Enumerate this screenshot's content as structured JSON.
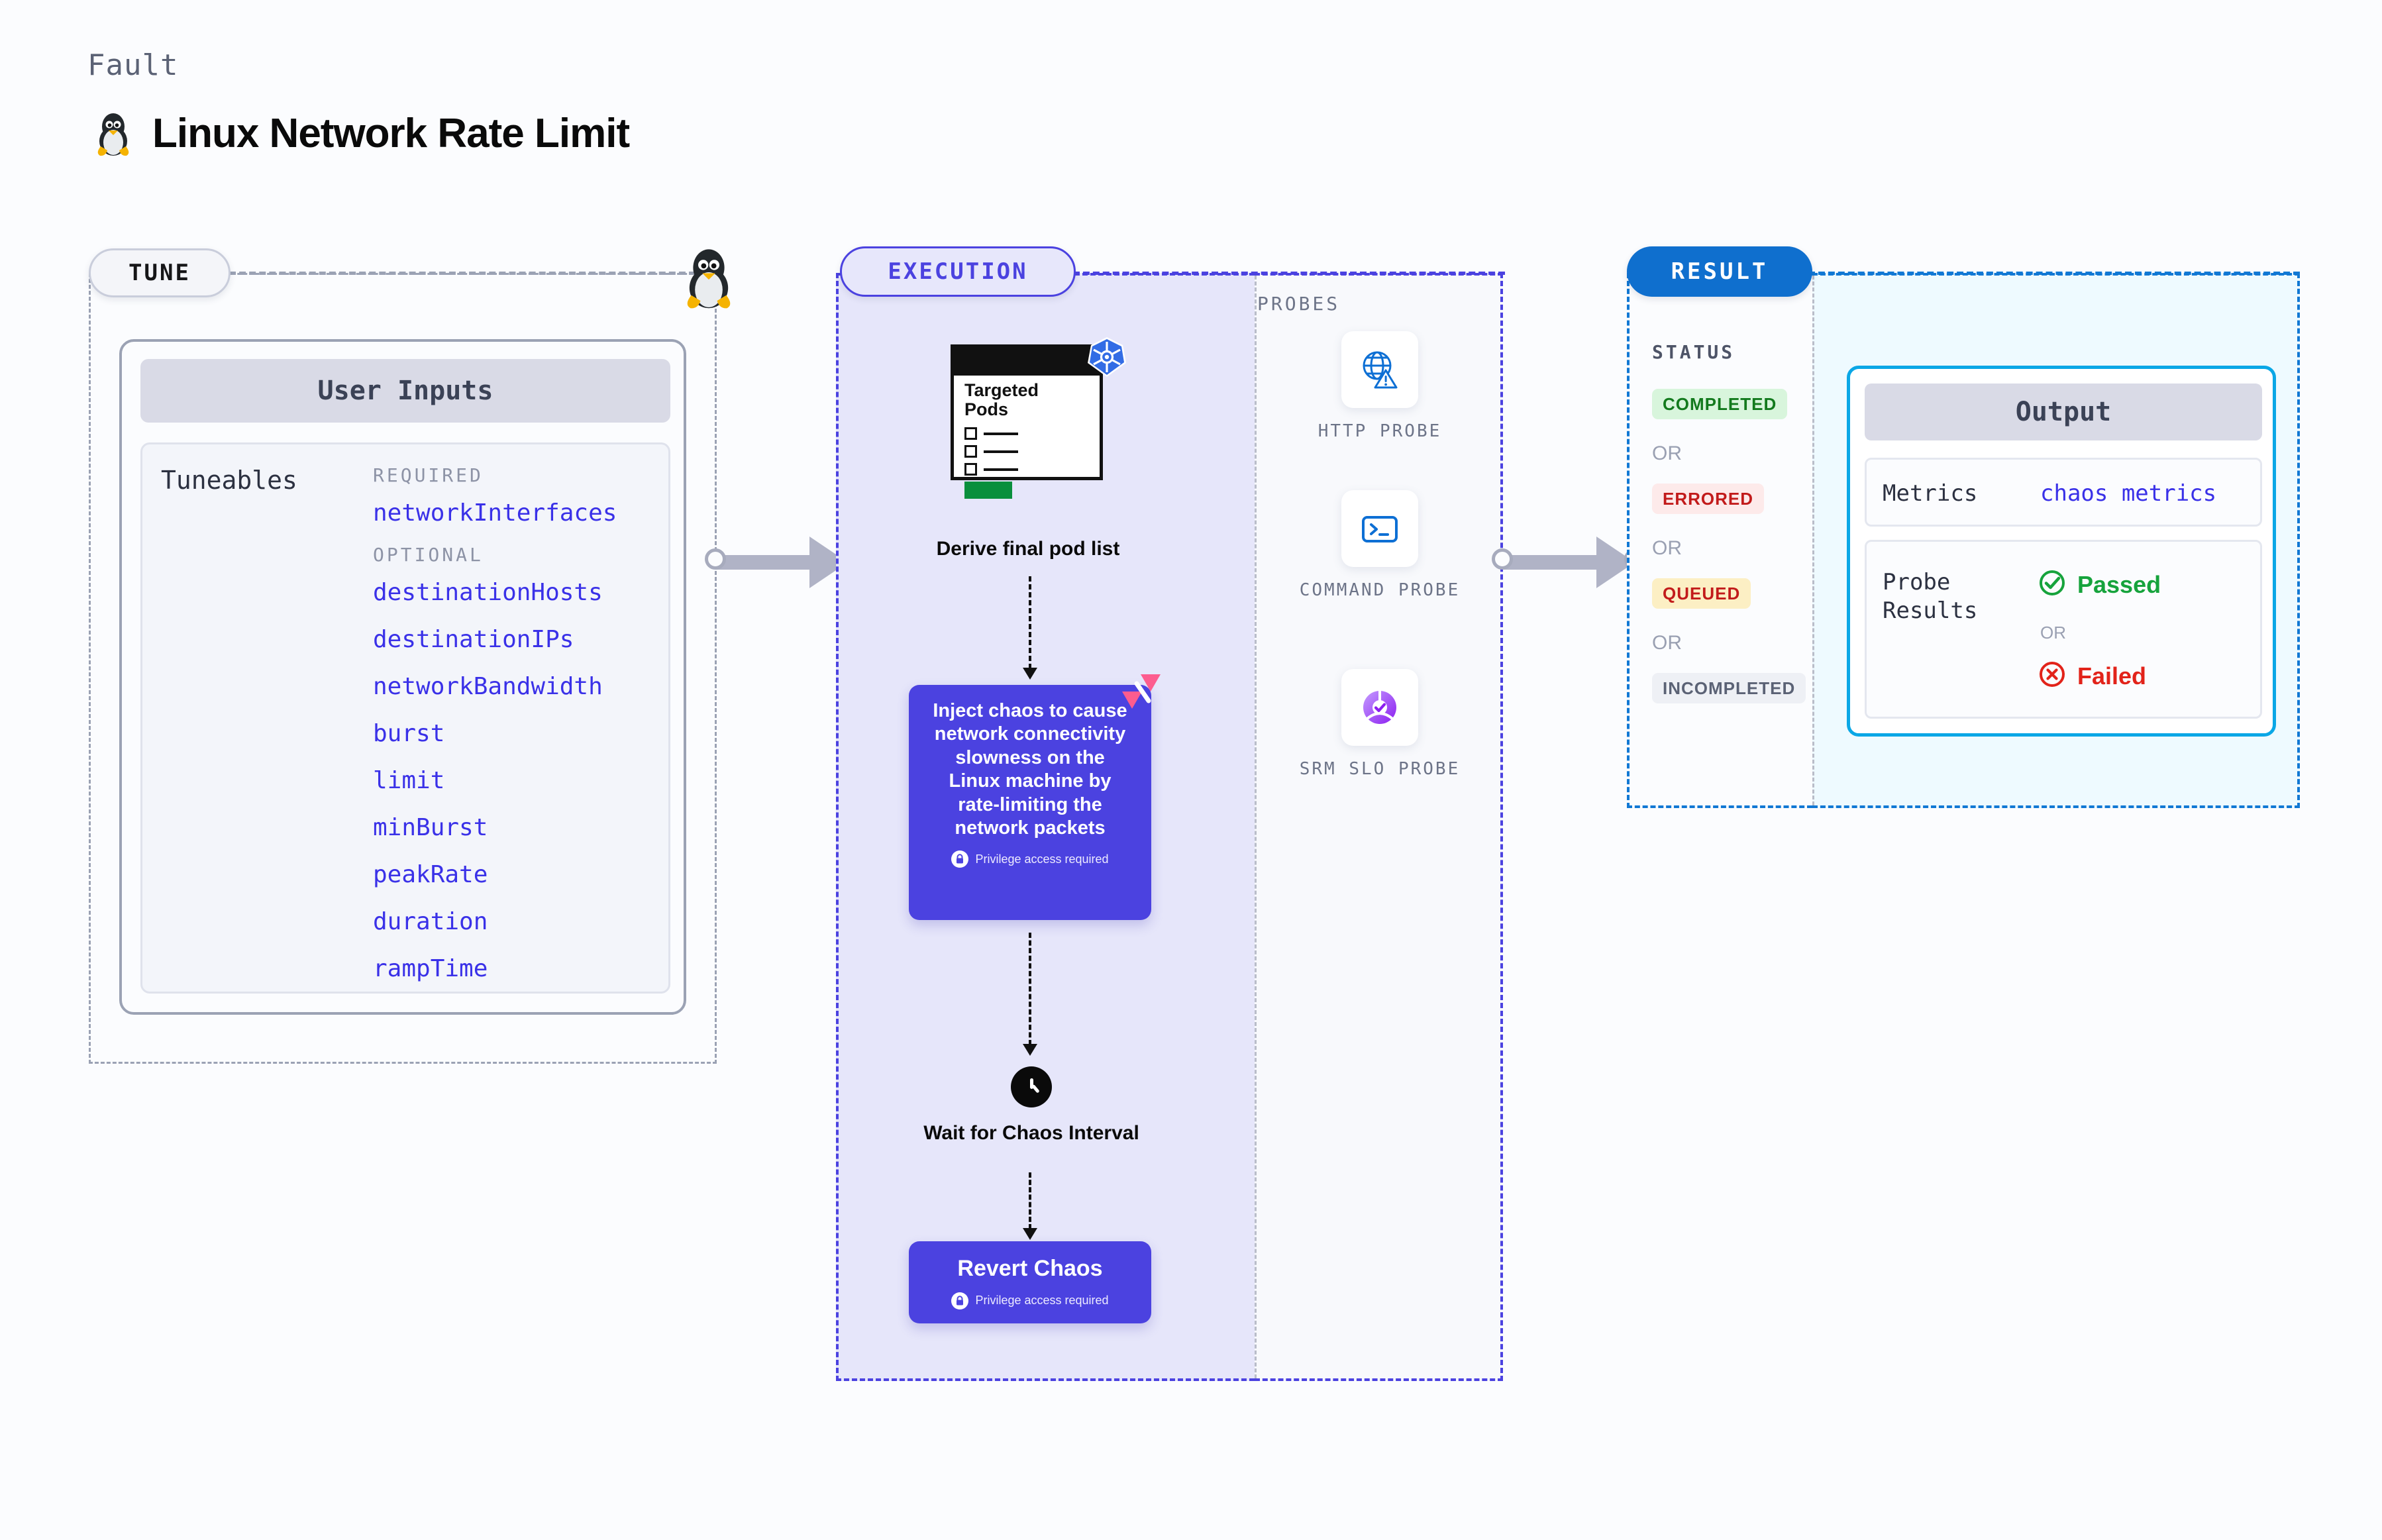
{
  "header": {
    "fault_label": "Fault",
    "title": "Linux Network Rate Limit",
    "os_icon": "linux-penguin-icon"
  },
  "tune": {
    "chip_label": "TUNE",
    "os_marker_icon": "linux-penguin-icon",
    "user_inputs": {
      "header": "User Inputs",
      "tuneables_label": "Tuneables",
      "groups": [
        {
          "label": "REQUIRED",
          "items": [
            "networkInterfaces"
          ]
        },
        {
          "label": "OPTIONAL",
          "items": [
            "destinationHosts",
            "destinationIPs",
            "networkBandwidth",
            "burst",
            "limit",
            "minBurst",
            "peakRate",
            "duration",
            "rampTime"
          ]
        }
      ]
    }
  },
  "execution": {
    "chip_label": "EXECUTION",
    "pods_doc": {
      "title": "Targeted Pods",
      "icon": "kubernetes-icon",
      "rows": 3
    },
    "derive_label": "Derive final pod list",
    "chaos_card": {
      "text": "Inject chaos to cause network connectivity slowness on the Linux machine by rate-limiting the network packets",
      "privilege_note": "Privilege access required",
      "corner_icon": "litmus-chaos-icon",
      "lock_icon": "lock-icon"
    },
    "wait": {
      "icon": "clock-icon",
      "label": "Wait for Chaos Interval"
    },
    "revert_card": {
      "title": "Revert Chaos",
      "privilege_note": "Privilege access required",
      "lock_icon": "lock-icon"
    }
  },
  "probes": {
    "title": "PROBES",
    "items": [
      {
        "label": "HTTP PROBE",
        "icon": "globe-warning-icon"
      },
      {
        "label": "COMMAND PROBE",
        "icon": "terminal-icon"
      },
      {
        "label": "SRM SLO PROBE",
        "icon": "slo-check-icon"
      }
    ]
  },
  "result": {
    "chip_label": "RESULT",
    "status_title": "STATUS",
    "or_label": "OR",
    "statuses": [
      {
        "label": "COMPLETED",
        "bg": "#d8f5dc",
        "fg": "#137a1d"
      },
      {
        "label": "ERRORED",
        "bg": "#fdeaea",
        "fg": "#c21b1b"
      },
      {
        "label": "QUEUED",
        "bg": "#fcefc4",
        "fg": "#c21b1b"
      },
      {
        "label": "INCOMPLETED",
        "bg": "#eef0f5",
        "fg": "#5b6275"
      }
    ]
  },
  "output": {
    "header": "Output",
    "metrics_label": "Metrics",
    "metrics_value": "chaos metrics",
    "probe_results_label": "Probe Results",
    "passed_label": "Passed",
    "failed_label": "Failed",
    "or_label": "OR",
    "passed_icon": "check-circle-icon",
    "failed_icon": "x-circle-icon"
  },
  "colors": {
    "accent_indigo": "#4b42e0",
    "accent_blue": "#0f6fce",
    "accent_cyan": "#0aa7e6",
    "tune_gray": "#9ba2b4",
    "mono_link": "#3a31e8"
  }
}
